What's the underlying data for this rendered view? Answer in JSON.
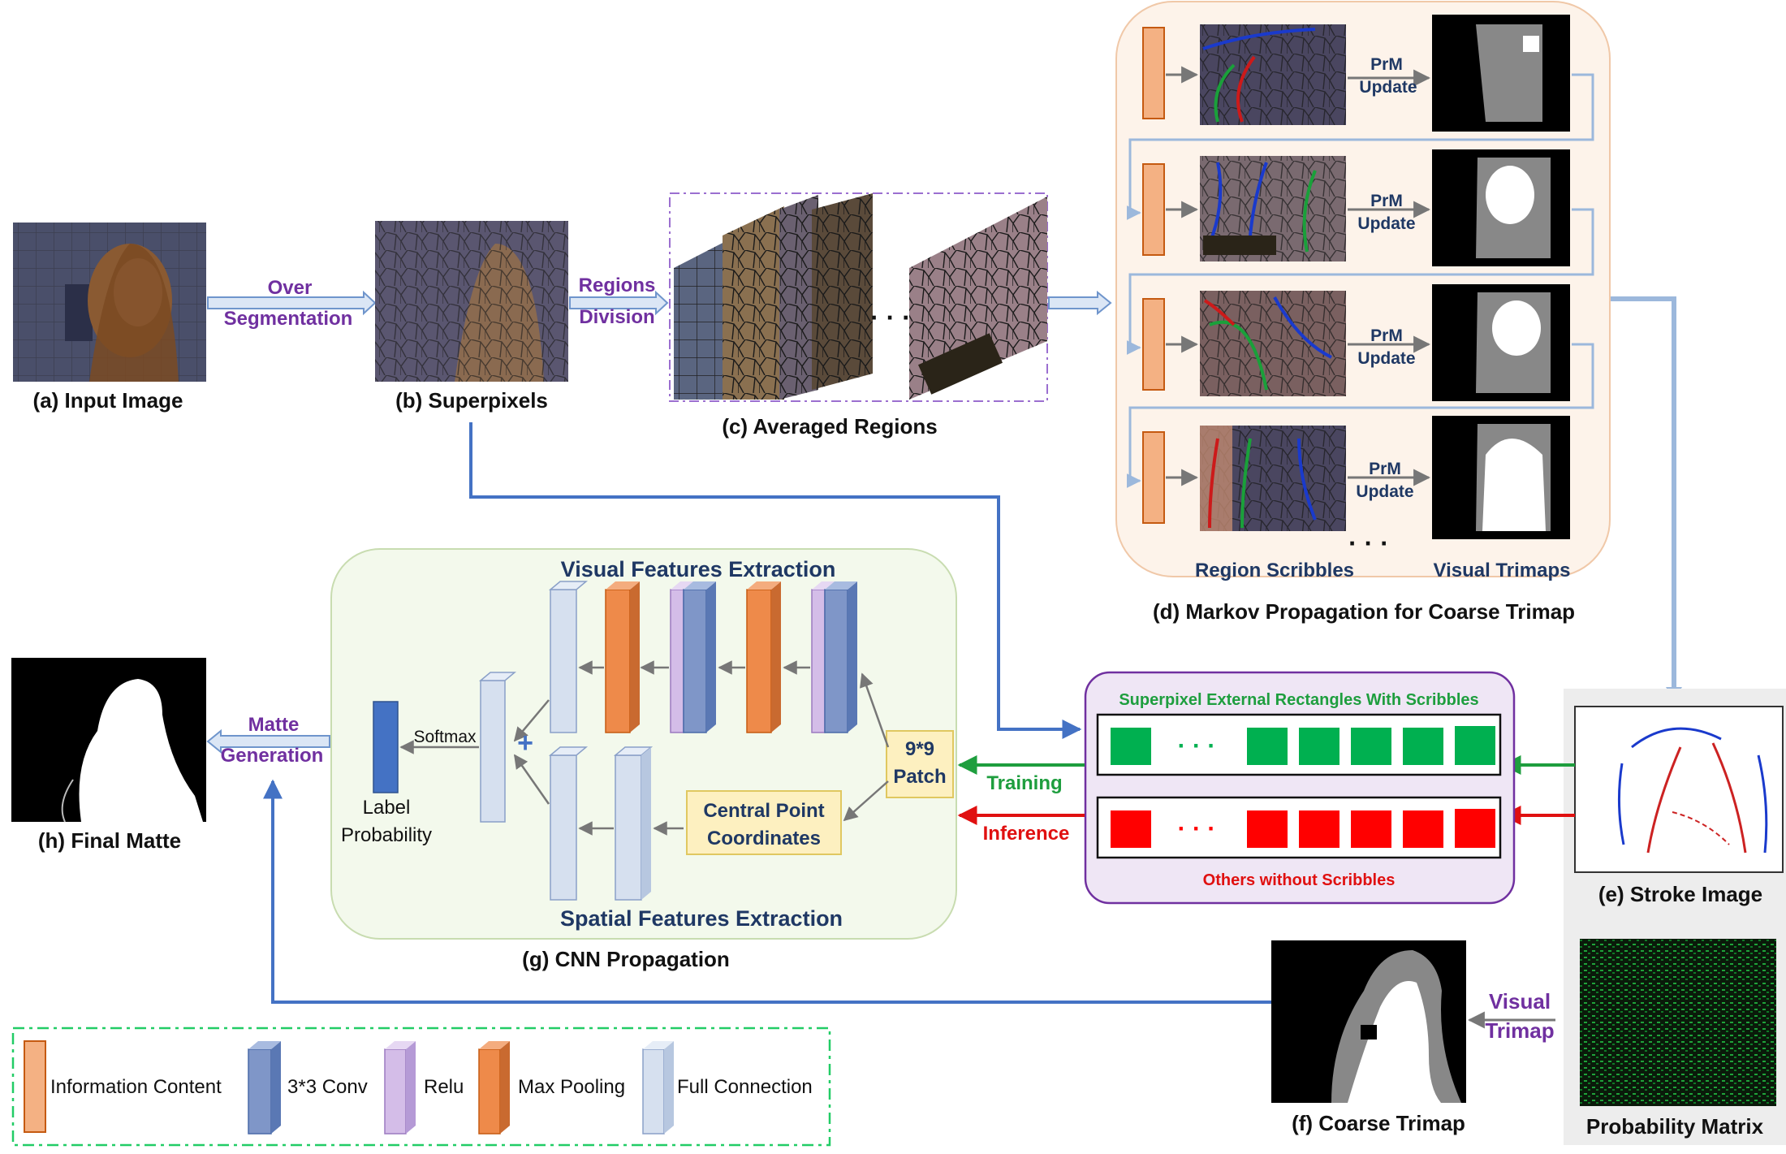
{
  "captions": {
    "a": "(a) Input Image",
    "b": "(b) Superpixels",
    "c": "(c) Averaged Regions",
    "d": "(d) Markov Propagation for Coarse Trimap",
    "e": "(e) Stroke Image",
    "f": "(f) Coarse Trimap",
    "g": "(g) CNN Propagation",
    "h": "(h) Final Matte",
    "prob": "Probability Matrix"
  },
  "arrows": {
    "over_1": "Over",
    "over_2": "Segmentation",
    "regions_1": "Regions",
    "regions_2": "Division",
    "matte_1": "Matte",
    "matte_2": "Generation",
    "visual_1": "Visual",
    "visual_2": "Trimap",
    "training": "Training",
    "inference": "Inference"
  },
  "markov": {
    "prm_label": "PrM",
    "update_label": "Update",
    "region_scribbles": "Region Scribbles",
    "visual_trimaps": "Visual Trimaps",
    "ellipsis": "· · ·"
  },
  "cnn": {
    "visual_title": "Visual Features Extraction",
    "spatial_title": "Spatial Features Extraction",
    "softmax": "Softmax",
    "label_1": "Label",
    "label_2": "Probability",
    "central_1": "Central Point",
    "central_2": "Coordinates",
    "patch_1": "9*9",
    "patch_2": "Patch",
    "plus": "+"
  },
  "superpixel_box": {
    "top_title": "Superpixel External Rectangles With Scribbles",
    "bottom_title": "Others without Scribbles",
    "ellipsis": "· · ·"
  },
  "legend": {
    "info": "Information Content",
    "conv": "3*3 Conv",
    "relu": "Relu",
    "pool": "Max Pooling",
    "fc": "Full Connection"
  },
  "ellipsis_c": "· · ·",
  "colors": {
    "orange_block": "#f4b183",
    "blue_conv": "#7f96c8",
    "lilac_relu": "#d4bde8",
    "orange_pool": "#ee8a4a",
    "fc_block": "#d6e0ef",
    "green_rect": "#00b050",
    "red_rect": "#ff0000",
    "dark_blue_line": "#4472c4",
    "purple_text": "#7030a0"
  }
}
